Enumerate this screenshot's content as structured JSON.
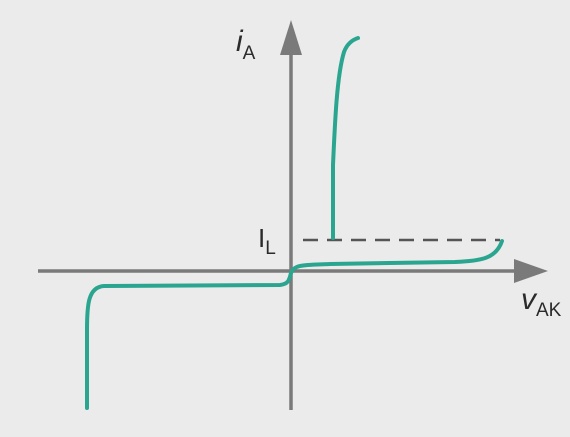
{
  "labels": {
    "y_axis": {
      "main": "i",
      "sub": "A"
    },
    "x_axis": {
      "main": "v",
      "sub": "AK"
    },
    "latching": {
      "main": "I",
      "sub": "L"
    }
  },
  "colors": {
    "background": "#ebebeb",
    "axis": "#7a7a7a",
    "curve": "#2aa58f",
    "dashed": "#555555",
    "text": "#2b2b2b"
  }
}
